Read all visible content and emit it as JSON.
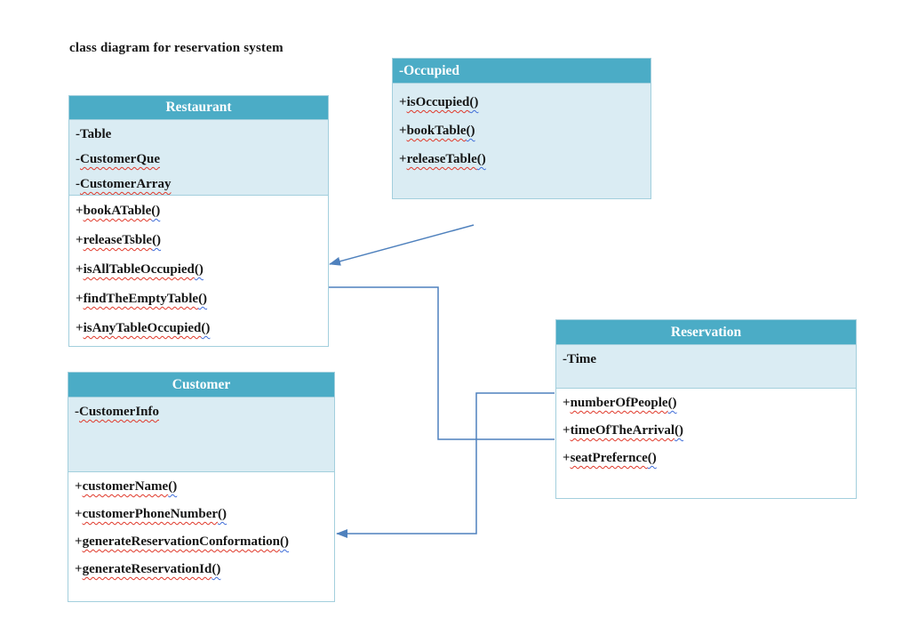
{
  "page": {
    "title": "class diagram for reservation system"
  },
  "colors": {
    "header_bg": "#4bacc6",
    "section_bg": "#daecf3",
    "box_border": "#a3cfdd",
    "connector": "#4f81bd",
    "spellcheck_underline": "#e0392b",
    "grammarcheck_underline": "#3e6cd8"
  },
  "classes": {
    "restaurant": {
      "name": "Restaurant",
      "attributes": [
        {
          "prefix": "-",
          "name": "Table"
        },
        {
          "prefix": "-",
          "name": "CustomerQue"
        },
        {
          "prefix": "-",
          "name": "CustomerArray"
        }
      ],
      "methods": [
        {
          "prefix": "+",
          "name": "bookATable",
          "suffix": "()"
        },
        {
          "prefix": "+",
          "name": "releaseTsble",
          "suffix": "()"
        },
        {
          "prefix": "+",
          "name": "isAllTableOccupied",
          "suffix": "()"
        },
        {
          "prefix": "+",
          "name": "findTheEmptyTable",
          "suffix": "()"
        },
        {
          "prefix": "+",
          "name": "isAnyTableOccupied",
          "suffix": "()"
        }
      ]
    },
    "occupied": {
      "name": "-Occupied",
      "methods": [
        {
          "prefix": "+",
          "name": "isOccupied",
          "suffix": "()"
        },
        {
          "prefix": "+",
          "name": "bookTable",
          "suffix": "()"
        },
        {
          "prefix": "+",
          "name": "releaseTable",
          "suffix": "()"
        }
      ]
    },
    "customer": {
      "name": "Customer",
      "attributes": [
        {
          "prefix": "-",
          "name": "CustomerInfo"
        }
      ],
      "methods": [
        {
          "prefix": "+",
          "name": "customerName",
          "suffix": "()"
        },
        {
          "prefix": "+",
          "name": "customerPhoneNumber",
          "suffix": "()"
        },
        {
          "prefix": "+",
          "name": "generateReservationConformation",
          "suffix": "()"
        },
        {
          "prefix": "+",
          "name": "generateReservationId",
          "suffix": "()"
        }
      ]
    },
    "reservation": {
      "name": "Reservation",
      "attributes": [
        {
          "prefix": "-",
          "name": "Time"
        }
      ],
      "methods": [
        {
          "prefix": "+",
          "name": "numberOfPeople",
          "suffix": "()"
        },
        {
          "prefix": "+",
          "name": "timeOfTheArrival",
          "suffix": "()"
        },
        {
          "prefix": "+",
          "name": "seatPrefernce",
          "suffix": "()"
        }
      ]
    }
  }
}
